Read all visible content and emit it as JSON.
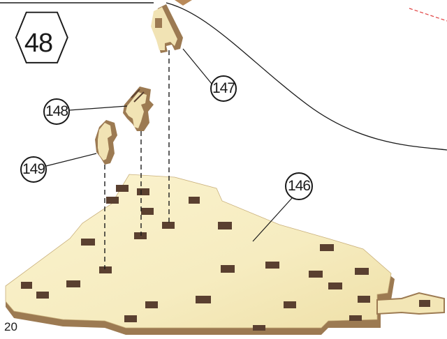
{
  "step": {
    "number": "48"
  },
  "callouts": {
    "part_146": "146",
    "part_147": "147",
    "part_148": "148",
    "part_149": "149"
  },
  "page": {
    "number": "20"
  },
  "colors": {
    "wood_face": "#f6ecc0",
    "wood_edge": "#9c7a52",
    "slot": "#5a4030",
    "line": "#1a1a1a",
    "dashed_red": "#e04040"
  },
  "icons": [
    "hexagon-step-badge",
    "callout-circle"
  ]
}
